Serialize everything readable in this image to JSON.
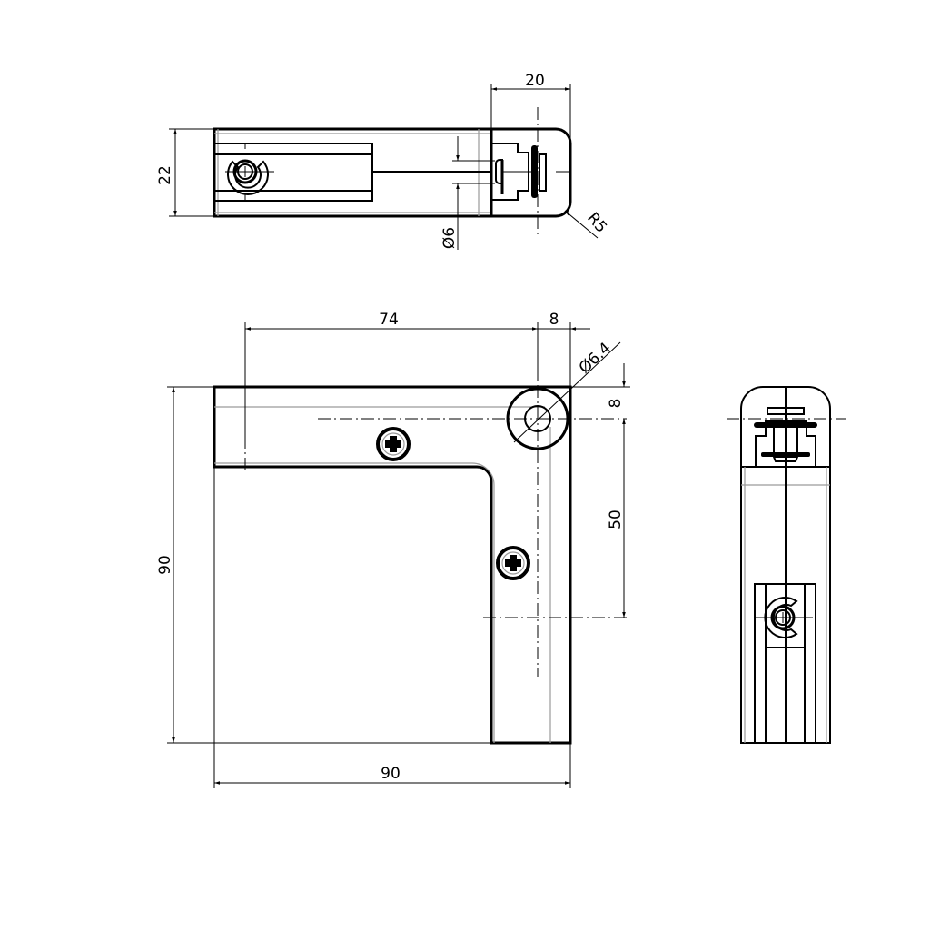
{
  "drawing": {
    "title": "Corner connector technical drawing",
    "views": [
      "top-view",
      "front-view",
      "side-view"
    ],
    "line_color": "#000000",
    "hidden_line_color": "#9a9a9a",
    "background": "#ffffff"
  },
  "top_view": {
    "dimensions": {
      "height": "22",
      "cap_width": "20",
      "pin_diameter": "Ø6",
      "corner_radius": "R5"
    }
  },
  "front_view": {
    "dimensions": {
      "overall_height": "90",
      "overall_width": "90",
      "inner_offset": "74",
      "pin_offset_x": "8",
      "pin_offset_y": "8",
      "hole_diameter": "Ø6.4",
      "screw_spacing": "50"
    }
  },
  "side_view": {}
}
